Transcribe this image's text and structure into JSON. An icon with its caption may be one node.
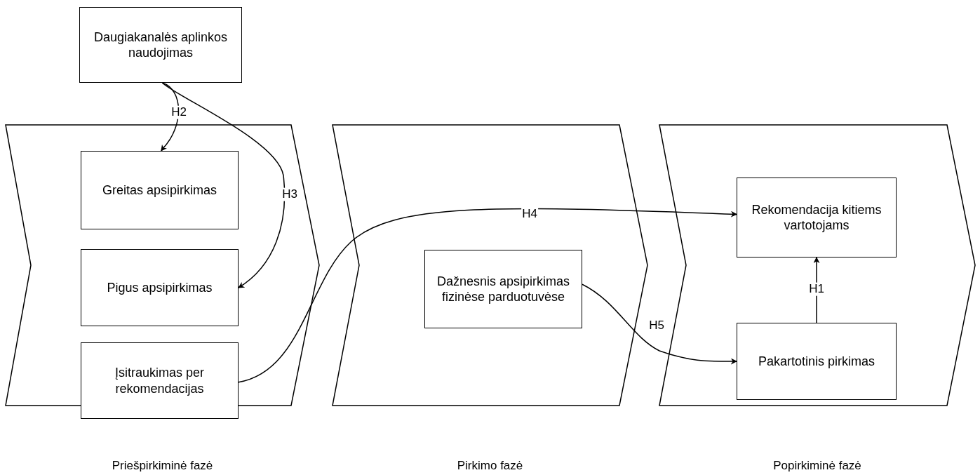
{
  "diagram": {
    "nodes": [
      {
        "text": [
          "Daugiakanalės aplinkos naudojimas"
        ]
      },
      {
        "text": [],
        "shape": "chevron"
      },
      {
        "text": [
          "Greitas apsipirkimas"
        ],
        "in": 1
      },
      {
        "text": [
          "Pigus apsipirkimas"
        ],
        "in": 1
      },
      {
        "text": [
          "Įsitraukimas per rekomendacijas"
        ],
        "in": 1
      },
      {
        "text": [],
        "shape": "chevron"
      },
      {
        "text": [
          "Dažnesnis apsipirkimas fizinėse parduotuvėse"
        ],
        "in": 5
      },
      {
        "text": [],
        "shape": "chevron"
      },
      {
        "text": [
          "Rekomendacija kitiems vartotojams"
        ],
        "in": 7
      },
      {
        "text": [
          "Pakartotinis pirkimas"
        ],
        "in": 7
      }
    ],
    "edges": [
      {
        "from": 0,
        "to": 2,
        "arrow": "to",
        "label": "H2"
      },
      {
        "from": 0,
        "to": 3,
        "arrow": "to",
        "label": "H3"
      },
      {
        "from": 4,
        "to": 8,
        "arrow": "to",
        "label": "H4"
      },
      {
        "from": 6,
        "to": 9,
        "arrow": "to",
        "label": "H5"
      },
      {
        "from": 9,
        "to": 8,
        "arrow": "to",
        "label": "H1"
      }
    ],
    "labels": [
      "Priešpirkiminė fazė",
      "Pirkimo fazė",
      "Popirkiminė fazė"
    ]
  }
}
